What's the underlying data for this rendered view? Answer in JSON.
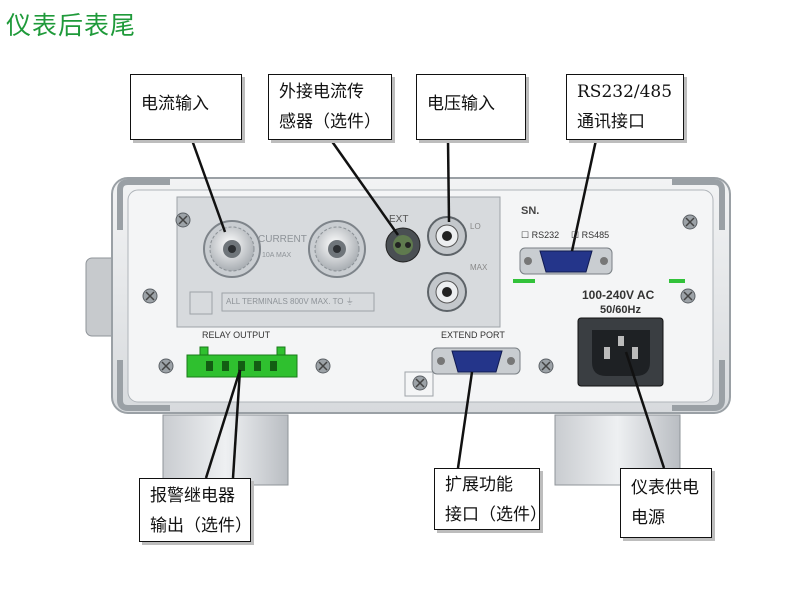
{
  "page_title": "仪表后表尾",
  "callouts": {
    "current_input": [
      "电流输入"
    ],
    "ext_sensor": [
      "外接电流传",
      "感器（选件）"
    ],
    "voltage_input": [
      "电压输入"
    ],
    "rs232": [
      "RS232/485",
      "通讯接口"
    ],
    "relay": [
      "报警继电器",
      "输出（选件）"
    ],
    "extend": [
      "扩展功能",
      "接口（选件）"
    ],
    "power": [
      "仪表供电",
      "电源"
    ]
  },
  "panel_labels": {
    "current": "CURRENT",
    "current_rating": "10A  MAX",
    "ext": "EXT",
    "lo": "LO",
    "max": "MAX",
    "terminals": "ALL TERMINALS 800V MAX. TO ⏚",
    "sn": "SN.",
    "rs232": "RS232",
    "rs485": "RS485",
    "voltage_ac": "100-240V AC",
    "freq": "50/60Hz",
    "relay_output": "RELAY OUTPUT",
    "extend_port": "EXTEND PORT"
  },
  "colors": {
    "title": "#1f9a3a",
    "relay_connector": "#27c22a",
    "db9": "#24358a"
  }
}
